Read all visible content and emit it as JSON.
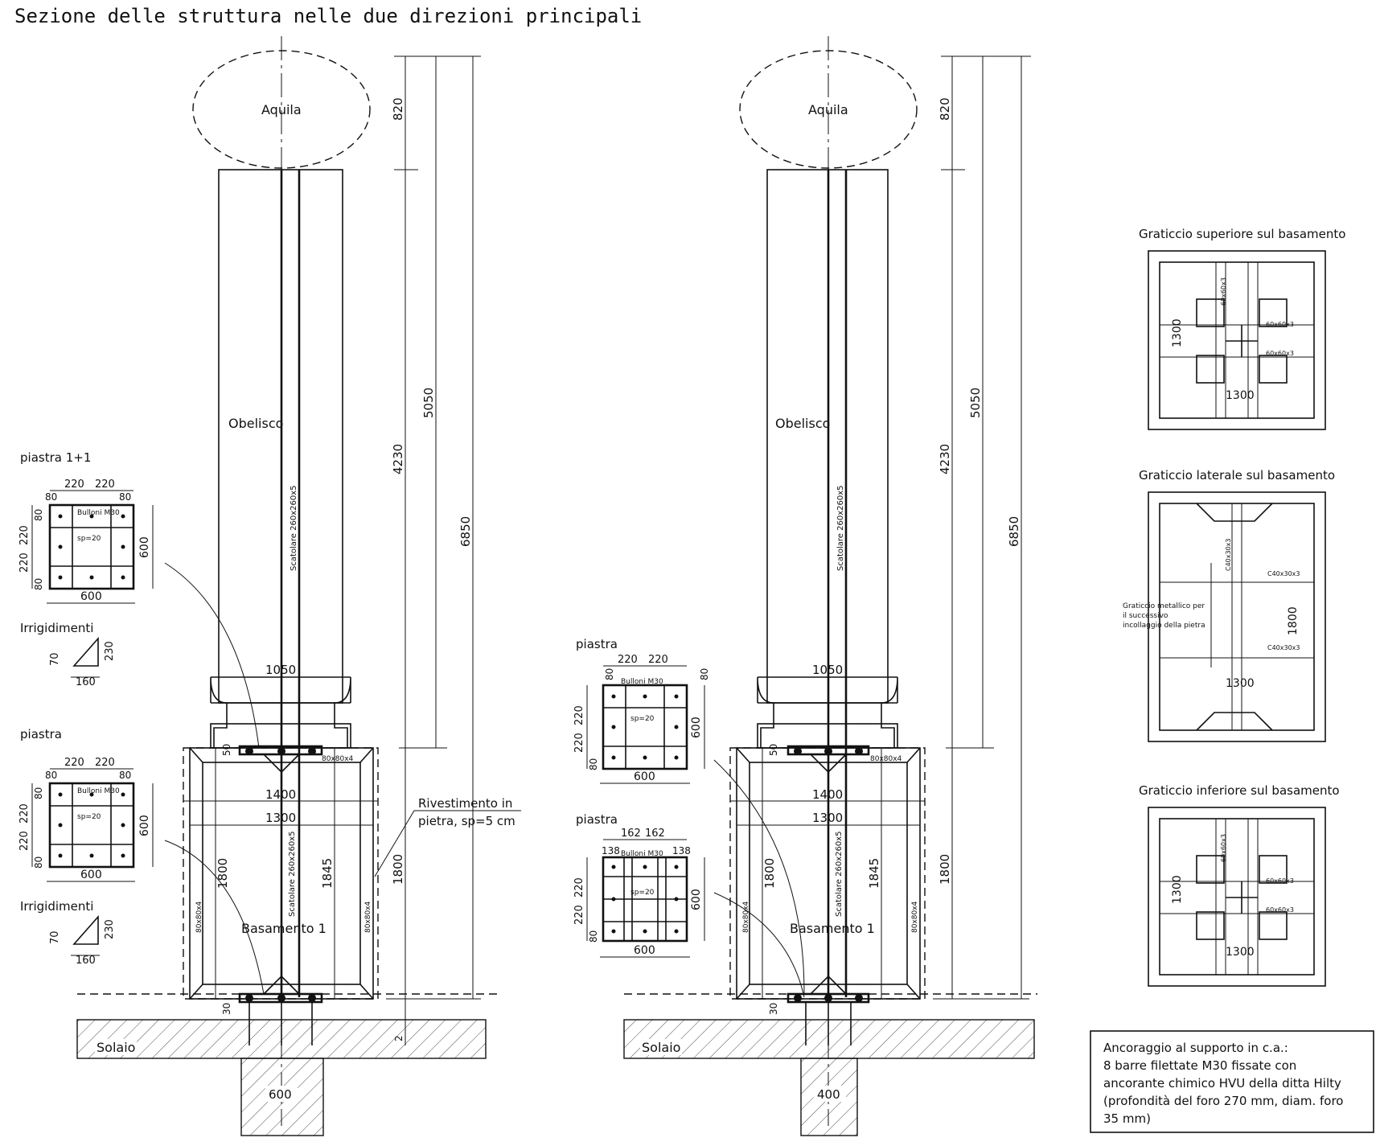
{
  "title": "Sezione delle struttura nelle due direzioni principali",
  "elements": {
    "aquila": "Aquila",
    "obelisco": "Obelisco",
    "basamento": "Basamento 1",
    "solaio": "Solaio",
    "scatolare": "Scatolare 260x260x5",
    "angolare_80": "80x80x4",
    "rivestimento_line1": "Rivestimento in",
    "rivestimento_line2": "pietra, sp=5 cm"
  },
  "dimensions": {
    "d820": "820",
    "d5050": "5050",
    "d4230": "4230",
    "d6850": "6850",
    "d1800": "1800",
    "d1845": "1845",
    "d1050": "1050",
    "d1400": "1400",
    "d1300": "1300",
    "d50": "50",
    "d30": "30",
    "d2": "2",
    "base_left": "600",
    "base_right": "400"
  },
  "plates": {
    "piastra_1p1": "piastra 1+1",
    "piastra": "piastra",
    "bulloni": "Bulloni M30",
    "sp": "sp=20",
    "d220": "220",
    "d80": "80",
    "d600": "600",
    "d162": "162",
    "d138": "138",
    "irrigidimenti": "Irrigidimenti",
    "d70": "70",
    "d230": "230",
    "d160": "160"
  },
  "graticci": {
    "superiore": "Graticcio superiore sul basamento",
    "laterale": "Graticcio laterale sul basamento",
    "inferiore": "Graticcio inferiore sul basamento",
    "d1300": "1300",
    "d1800": "1800",
    "l60": "60x60x3",
    "c40": "C40x30x3",
    "note_line1": "Graticcio metallico per",
    "note_line2": "il successivo",
    "note_line3": "incollaggio della pietra"
  },
  "anchor_note": [
    "Ancoraggio al supporto in c.a.:",
    "8 barre filettate M30 fissate con",
    "ancorante chimico HVU della ditta Hilty",
    "(profondità del foro 270 mm, diam. foro",
    "35 mm)"
  ]
}
